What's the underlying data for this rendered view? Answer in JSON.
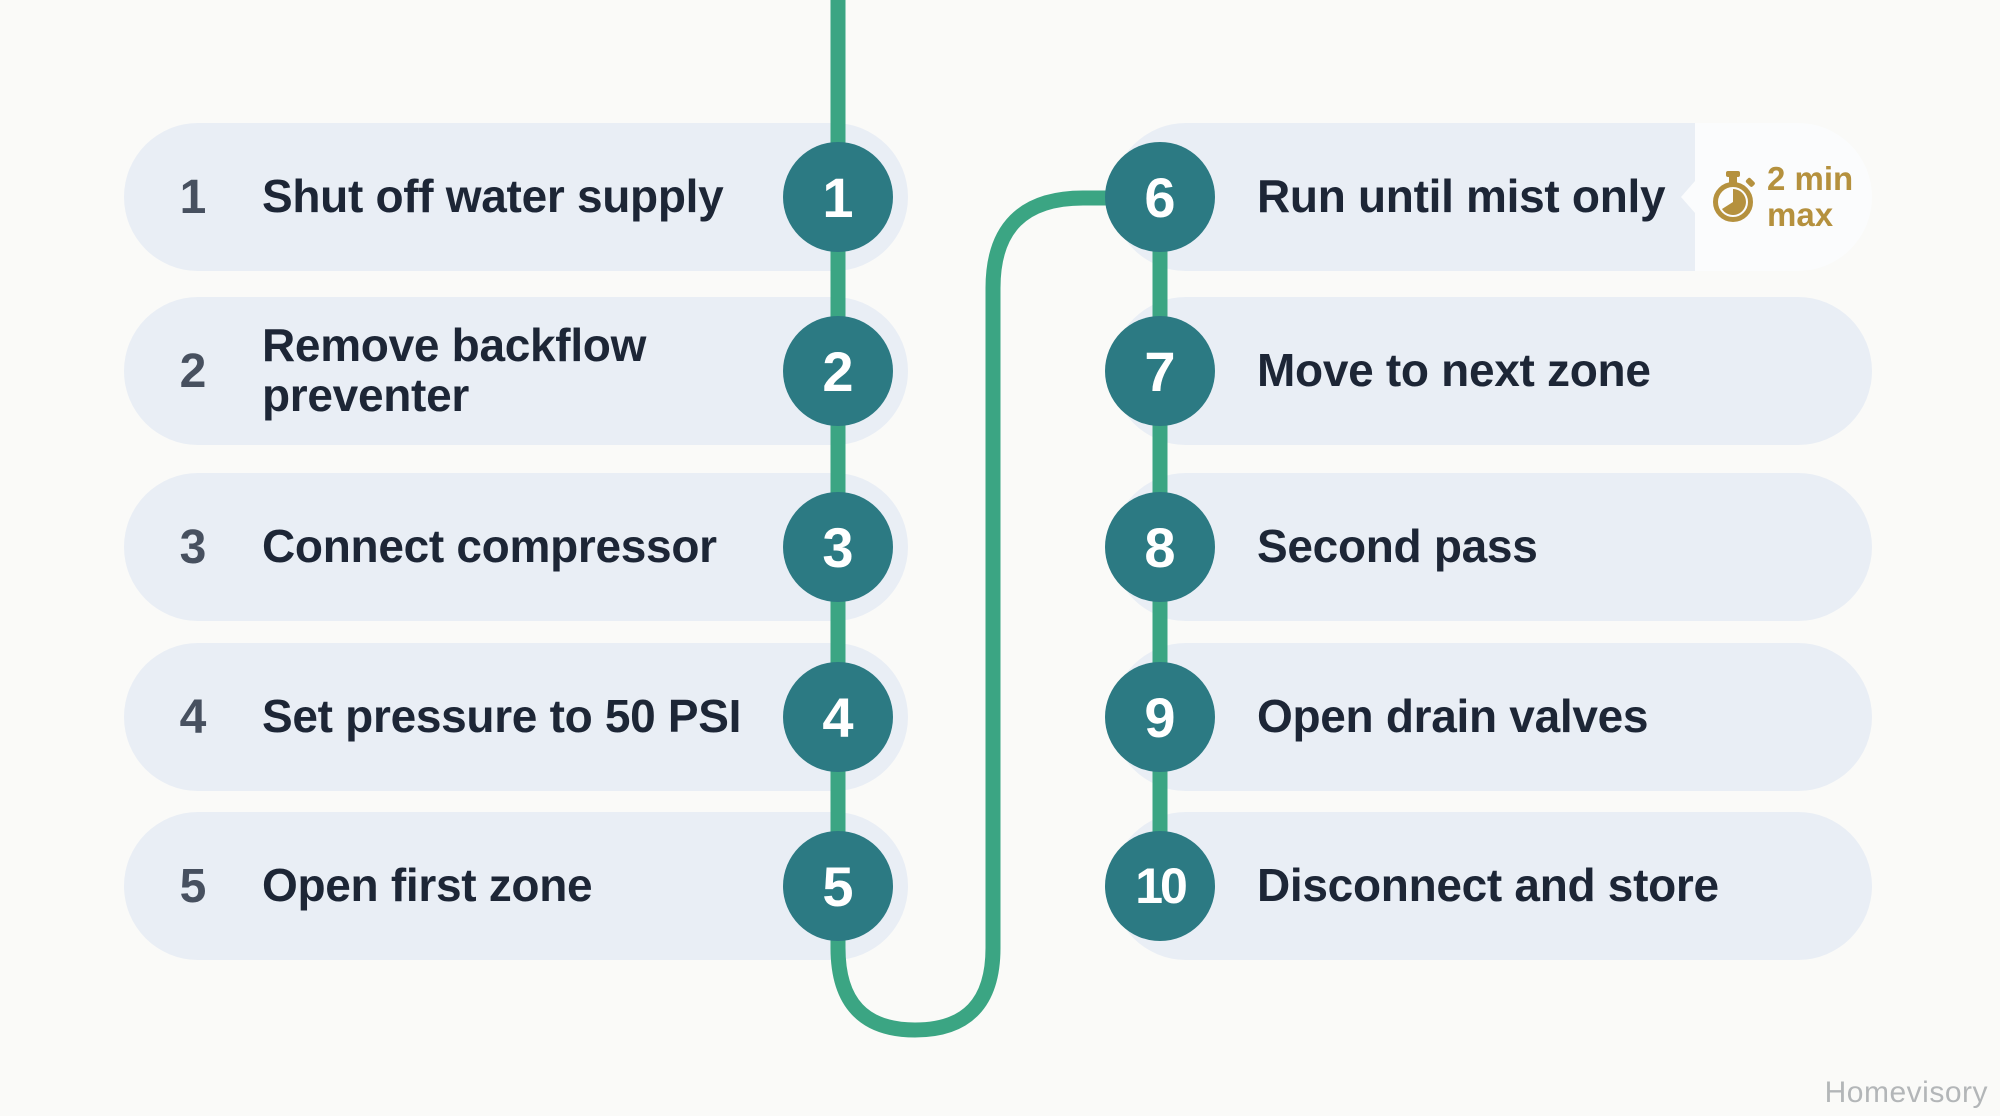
{
  "steps": {
    "left": [
      {
        "num": "1",
        "label": "Shut off water supply"
      },
      {
        "num": "2",
        "label": "Remove backflow preventer"
      },
      {
        "num": "3",
        "label": "Connect compressor"
      },
      {
        "num": "4",
        "label": "Set pressure to 50 PSI"
      },
      {
        "num": "5",
        "label": "Open first zone"
      }
    ],
    "right": [
      {
        "num": "6",
        "label": "Run until mist only"
      },
      {
        "num": "7",
        "label": "Move to next zone"
      },
      {
        "num": "8",
        "label": "Second pass"
      },
      {
        "num": "9",
        "label": "Open drain valves"
      },
      {
        "num": "10",
        "label": "Disconnect and store"
      }
    ]
  },
  "badge": {
    "line1": "2 min",
    "line2": "max"
  },
  "watermark": "Homevisory",
  "colors": {
    "background": "#fafaf8",
    "pill": "#e9eef5",
    "badge_bg": "#fbfcfd",
    "node_teal": "#2c7a83",
    "flow_green": "#3ba583",
    "text": "#1d2636",
    "step_number": "#47505f",
    "timer_gold": "#b5913e",
    "watermark": "#b3b6b8"
  }
}
